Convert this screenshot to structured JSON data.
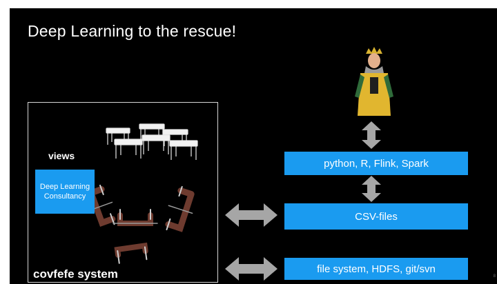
{
  "slide": {
    "title": "Deep Learning to the rescue!",
    "views_label": "views",
    "system_label": "covfefe system",
    "consultancy_label": "Deep Learning Consultancy",
    "tools_label": "python, R, Flink, Spark",
    "csv_label": "CSV-files",
    "storage_label": "file system, HDFS, git/svn",
    "slide_number": "8"
  },
  "colors": {
    "background": "#000000",
    "accent": "#1a9bf0",
    "arrow": "#a6a6a6"
  },
  "icons": [
    "tables-icon",
    "clamps-icon",
    "king-figure-icon",
    "double-arrow-icon"
  ]
}
